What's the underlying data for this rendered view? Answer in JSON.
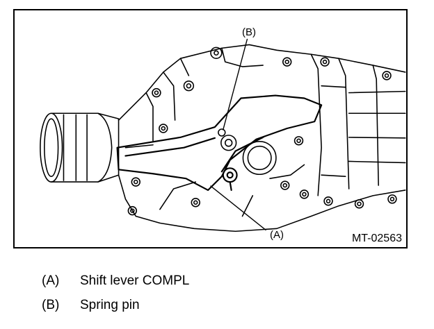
{
  "figure": {
    "callout_b": "(B)",
    "callout_a": "(A)",
    "figure_id": "MT-02563"
  },
  "legend": [
    {
      "key": "(A)",
      "label": "Shift lever COMPL"
    },
    {
      "key": "(B)",
      "label": "Spring pin"
    }
  ]
}
